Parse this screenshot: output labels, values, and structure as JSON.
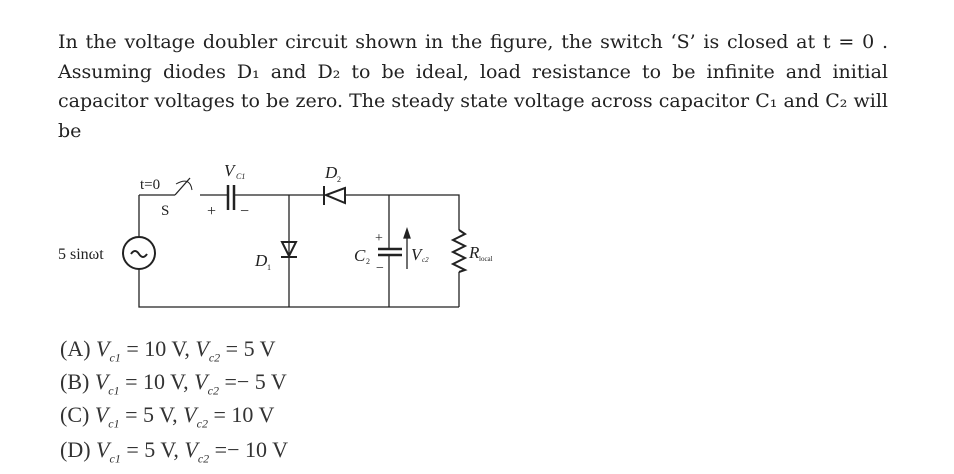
{
  "question": {
    "text": "In the voltage doubler circuit shown in the figure, the switch ‘S’ is closed at t = 0 . Assuming diodes D₁ and D₂ to be ideal, load resistance to be infinite and initial capacitor voltages to be zero. The steady state voltage across capacitor C₁ and C₂ will be"
  },
  "circuit": {
    "source_label": "5 sinωt",
    "switch_time": "t=0",
    "switch_label": "S",
    "cap1_label": "V",
    "cap1_sub": "C1",
    "cap1_plus": "+",
    "cap1_minus": "−",
    "d1_label": "D",
    "d1_sub": "1",
    "d2_label": "D",
    "d2_sub": "2",
    "c2_label": "C",
    "c2_sub": "2",
    "c2_plus": "+",
    "c2_minus": "−",
    "vc2_label": "V",
    "vc2_sub": "c2",
    "load_label": "R",
    "load_sub": "local"
  },
  "options": [
    {
      "letter": "(A)",
      "text": "V",
      "s1": "c1",
      "v1": " = 10 V, ",
      "s2": "c2",
      "v2": " = 5 V"
    },
    {
      "letter": "(B)",
      "text": "V",
      "s1": "c1",
      "v1": " = 10 V, ",
      "s2": "c2",
      "v2": " =− 5 V"
    },
    {
      "letter": "(C)",
      "text": "V",
      "s1": "c1",
      "v1": " = 5 V, ",
      "s2": "c2",
      "v2": " = 10 V"
    },
    {
      "letter": "(D)",
      "text": "V",
      "s1": "c1",
      "v1": " = 5 V, ",
      "s2": "c2",
      "v2": " =− 10 V"
    }
  ]
}
